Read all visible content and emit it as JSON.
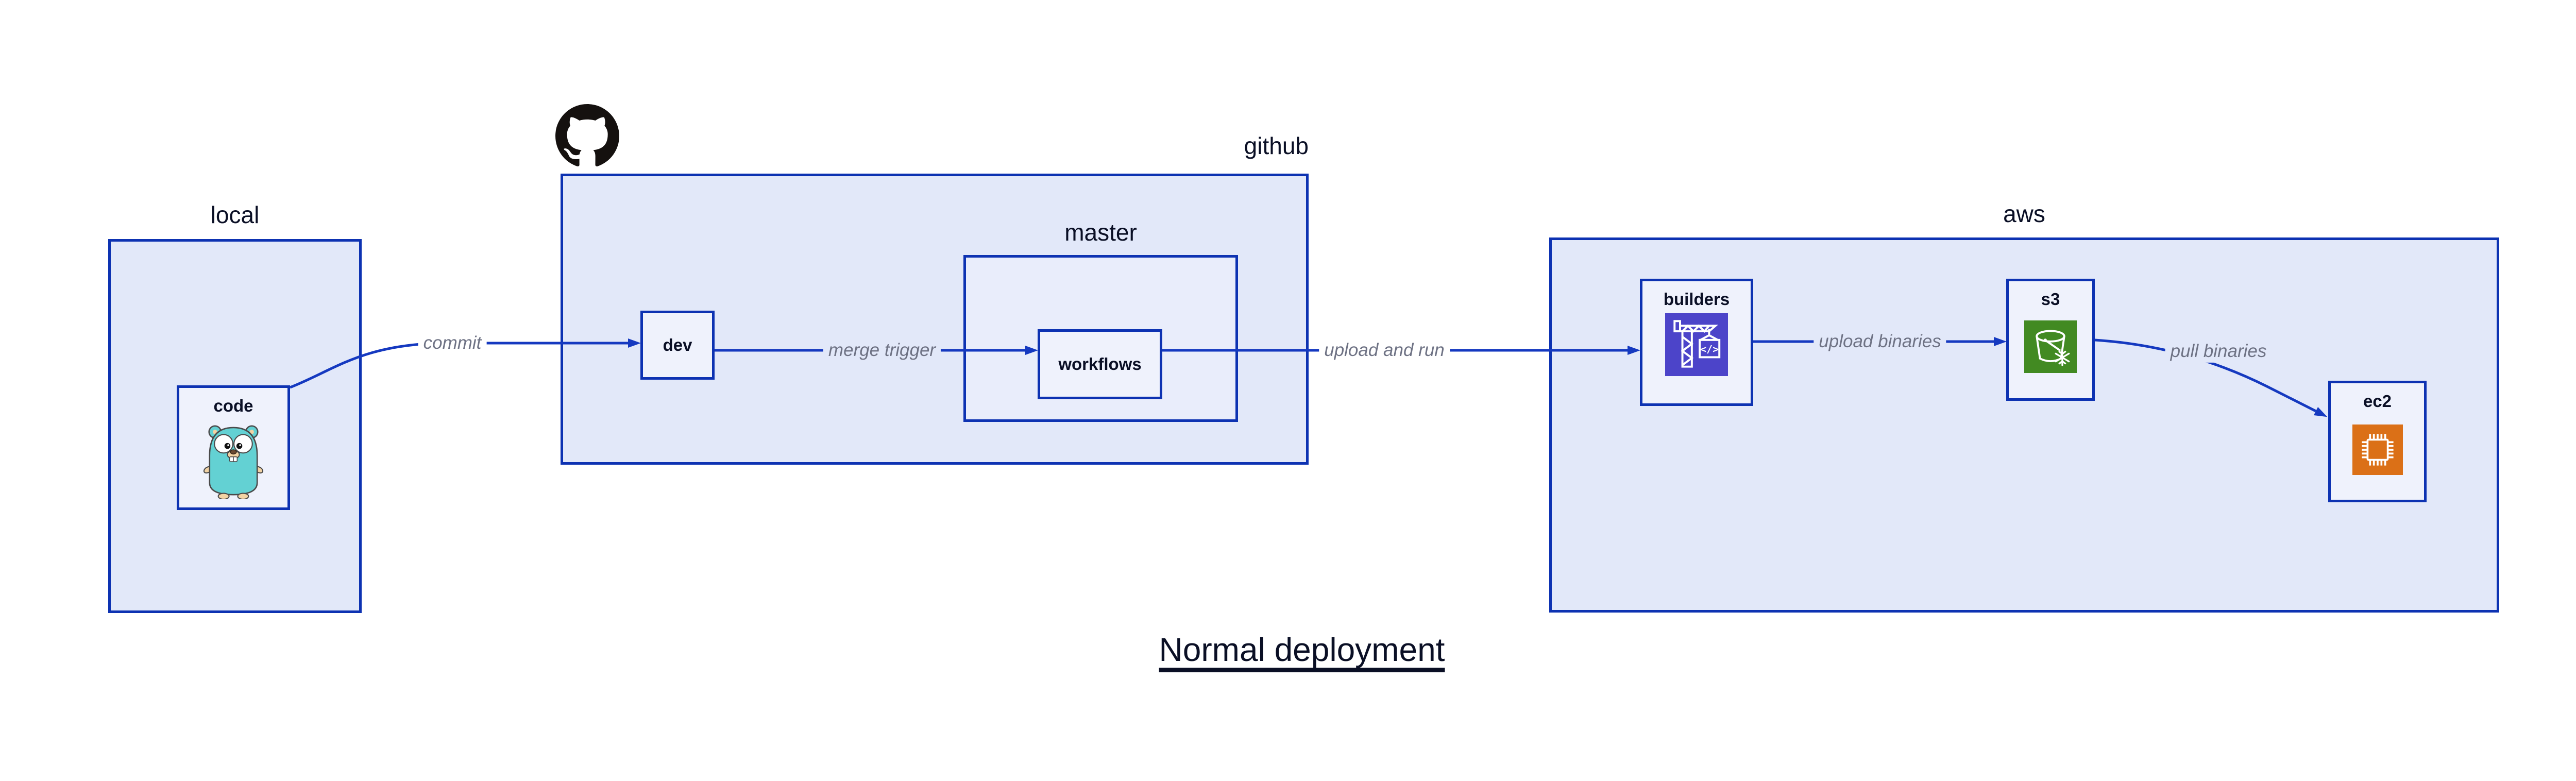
{
  "title": "Normal deployment",
  "containers": {
    "local": {
      "label": "local"
    },
    "github": {
      "label": "github"
    },
    "master": {
      "label": "master"
    },
    "aws": {
      "label": "aws"
    }
  },
  "nodes": {
    "code": {
      "label": "code",
      "icon": "go-gopher-icon"
    },
    "dev": {
      "label": "dev"
    },
    "workflows": {
      "label": "workflows"
    },
    "builders": {
      "label": "builders",
      "icon": "aws-codebuild-icon"
    },
    "s3": {
      "label": "s3",
      "icon": "aws-s3-bucket-icon"
    },
    "ec2": {
      "label": "ec2",
      "icon": "aws-ec2-chip-icon"
    }
  },
  "edges": {
    "commit": {
      "label": "commit",
      "from": "code",
      "to": "dev"
    },
    "merge_trigger": {
      "label": "merge trigger",
      "from": "dev",
      "to": "workflows"
    },
    "upload_and_run": {
      "label": "upload and run",
      "from": "workflows",
      "to": "builders"
    },
    "upload_binaries": {
      "label": "upload binaries",
      "from": "builders",
      "to": "s3"
    },
    "pull_binaries": {
      "label": "pull binaries",
      "from": "s3",
      "to": "ec2"
    }
  },
  "icons": {
    "github_logo": "github-octocat-icon"
  },
  "colors": {
    "background": "#FFFFFF",
    "container_fill": "#E2E8F9",
    "nested_container_fill": "#E9EDFB",
    "node_fill": "#EFF2FC",
    "border": "#0D32B2",
    "edge": "#1539C0",
    "label_text": "#0A0F25",
    "edge_label_text": "#6E7284",
    "github_black": "#15110F",
    "gopher_teal": "#63D1D3",
    "codebuild_indigo": "#4C44C9",
    "s3_green": "#428A22",
    "ec2_orange": "#DB7017"
  }
}
